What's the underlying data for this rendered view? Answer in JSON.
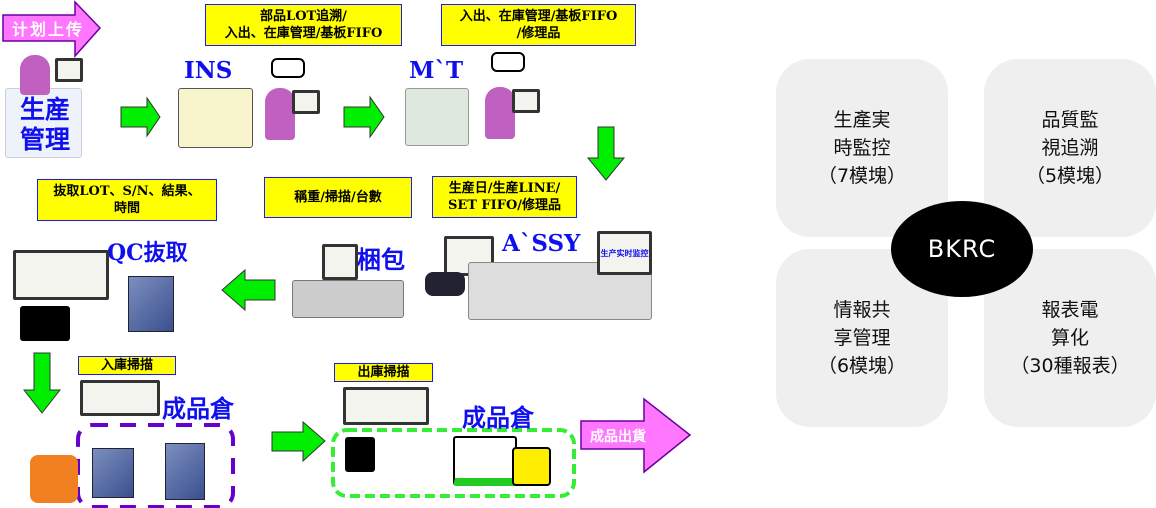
{
  "flow": {
    "plan_upload": "计划上传",
    "production_mgmt": "生産\n管理",
    "ins": "INS",
    "mt": "M`T",
    "assy": "A`SSY",
    "packing": "梱包",
    "qc": "QC抜取",
    "warehouse_1": "成品倉",
    "warehouse_2": "成品倉",
    "ship_out": "成品出貨",
    "monitor_screen": "生产实时监控"
  },
  "notes": {
    "ins_note": "部品LOT追溯/\n入出、在庫管理/基板FIFO",
    "mt_note": "入出、在庫管理/基板FIFO\n/修理品",
    "qc_note": "抜取LOT、S/N、結果、\n時間",
    "pack_note": "稱重/掃描/台數",
    "assy_note": "生産日/生産LINE/\nSET FIFO/修理品",
    "in_scan": "入庫掃描",
    "out_scan": "出庫掃描"
  },
  "modules": {
    "center": "BKRC",
    "cards": [
      {
        "label": "生產実\n時監控\n（7模塊）"
      },
      {
        "label": "品質監\n視追溯\n（5模塊）"
      },
      {
        "label": "情報共\n享管理\n（6模塊）"
      },
      {
        "label": "報表電\n算化\n（30種報表）"
      }
    ]
  },
  "colors": {
    "note_bg": "#ffff00",
    "arrow_green": "#00ee00",
    "arrow_pink": "#ff77ff",
    "text_blue": "#1010ee"
  }
}
